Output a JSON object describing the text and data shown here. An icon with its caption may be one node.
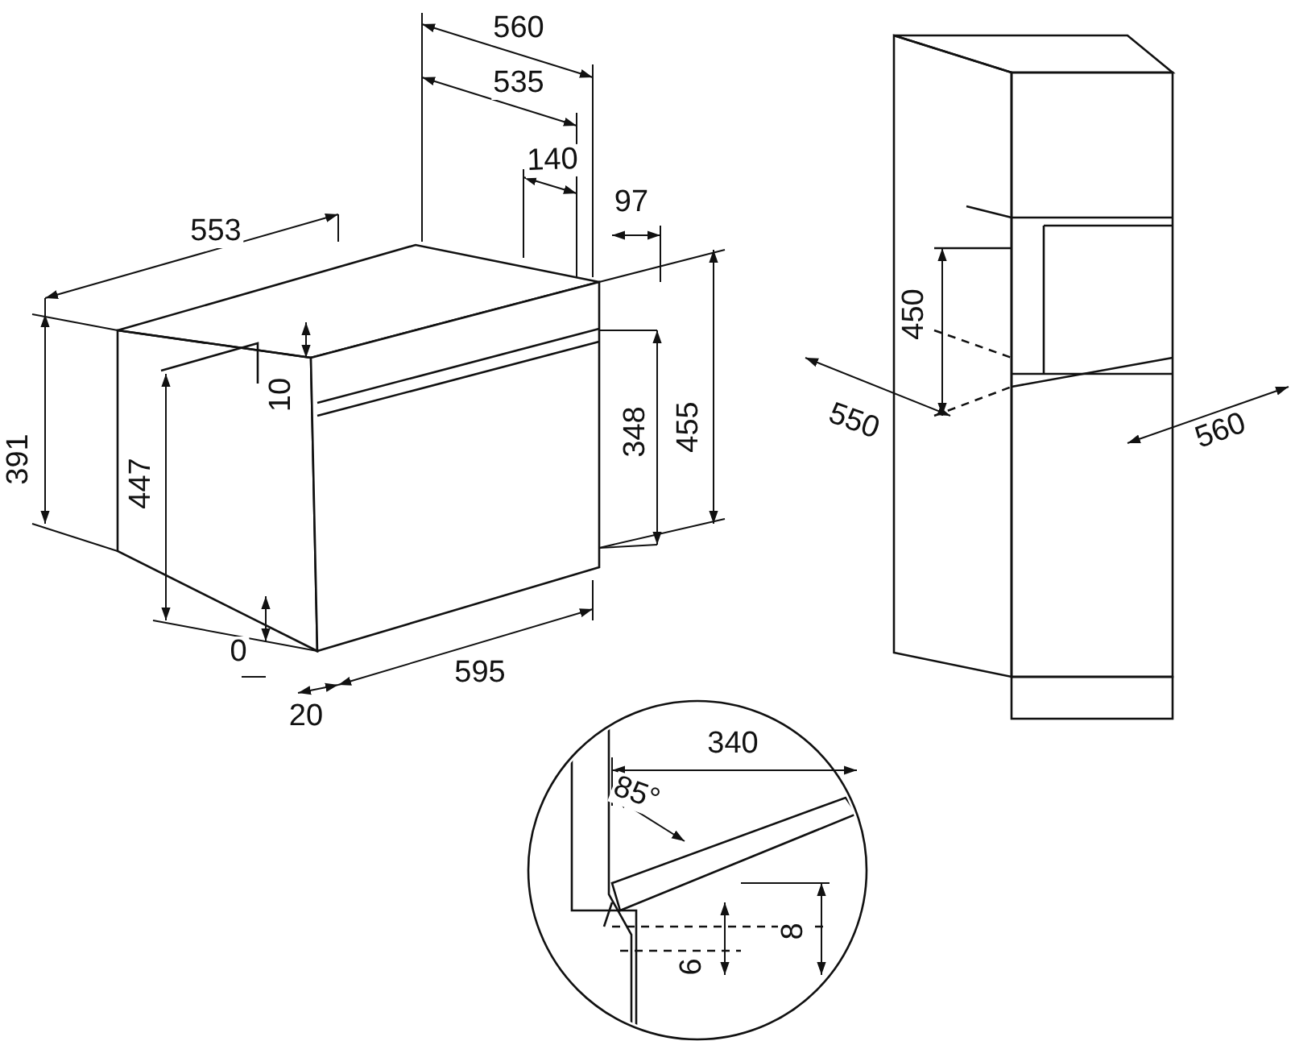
{
  "diagram": {
    "labels": [
      "560",
      "535",
      "140",
      "97",
      "553",
      "391",
      "447",
      "10",
      "348",
      "455",
      "0",
      "595",
      "20",
      "450",
      "550",
      "560",
      "340",
      "85°",
      "6",
      "8"
    ]
  }
}
